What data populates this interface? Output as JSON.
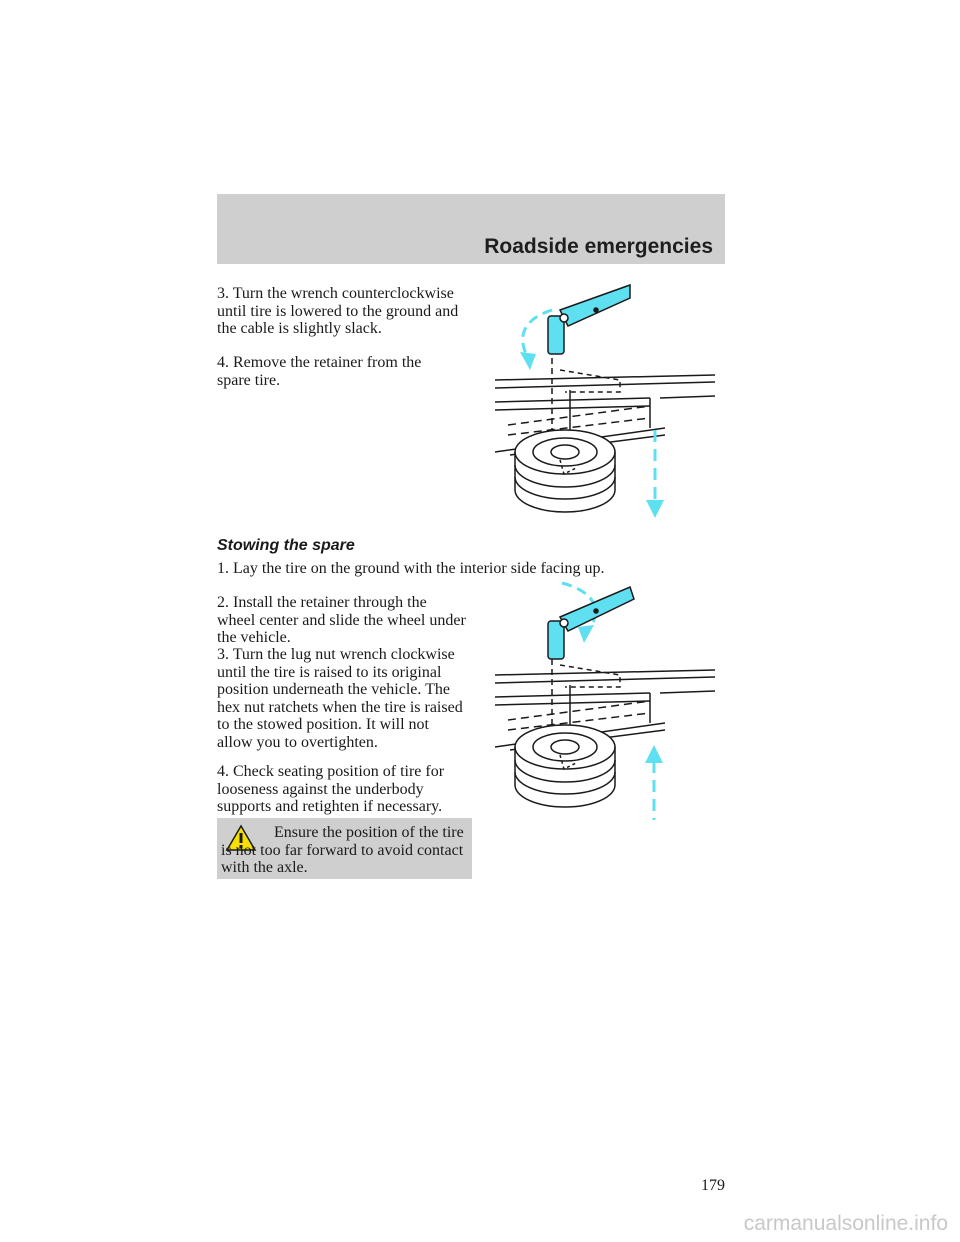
{
  "header": {
    "title": "Roadside emergencies"
  },
  "lowering": {
    "step3": "3. Turn the wrench counterclockwise until tire is lowered to the ground and the cable is slightly slack.",
    "step4": "4. Remove the retainer from the spare tire."
  },
  "stowing": {
    "heading": "Stowing the spare",
    "step1": "1. Lay the tire on the ground with the interior side facing up.",
    "step2": "2. Install the retainer through the wheel center and slide the wheel under the vehicle.",
    "step3": "3. Turn the lug nut wrench clockwise until the tire is raised to its original position underneath the vehicle. The hex nut ratchets when the tire is raised to the stowed position. It will not allow you to overtighten.",
    "step4": "4. Check seating position of tire for looseness against the underbody supports and retighten if necessary."
  },
  "warning": {
    "icon": "warning-triangle-icon",
    "text": "Ensure the position of the tire is not too far forward to avoid contact with the axle."
  },
  "page_number": "179",
  "footer": {
    "site": "carmanualsonline.info"
  },
  "colors": {
    "accent_cyan": "#5fe0f0",
    "band_gray": "#cfcfcf",
    "warning_yellow": "#f7e000"
  }
}
